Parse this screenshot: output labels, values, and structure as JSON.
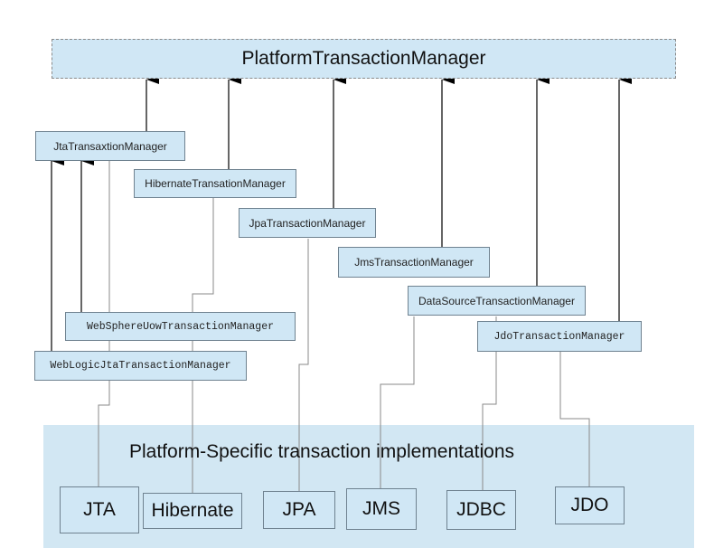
{
  "top": {
    "label": "PlatformTransactionManager"
  },
  "managers": {
    "jta": "JtaTransaxtionManager",
    "hibernate": "HibernateTransationManager",
    "jpa": "JpaTransactionManager",
    "jms": "JmsTransactionManager",
    "datasource": "DataSourceTransactionManager",
    "jdo": "JdoTransactionManager",
    "websphere": "WebSphereUowTransactionManager",
    "weblogic": "WebLogicJtaTransactionManager"
  },
  "implementations": {
    "title": "Platform-Specific transaction implementations",
    "items": {
      "jta": "JTA",
      "hibernate": "Hibernate",
      "jpa": "JPA",
      "jms": "JMS",
      "jdbc": "JDBC",
      "jdo": "JDO"
    }
  },
  "colors": {
    "box_fill": "#d0e7f5",
    "box_border": "#6f8290",
    "panel_fill": "#d2e7f3",
    "arrow": "#000000",
    "thin_connector": "#8a8a8a"
  }
}
